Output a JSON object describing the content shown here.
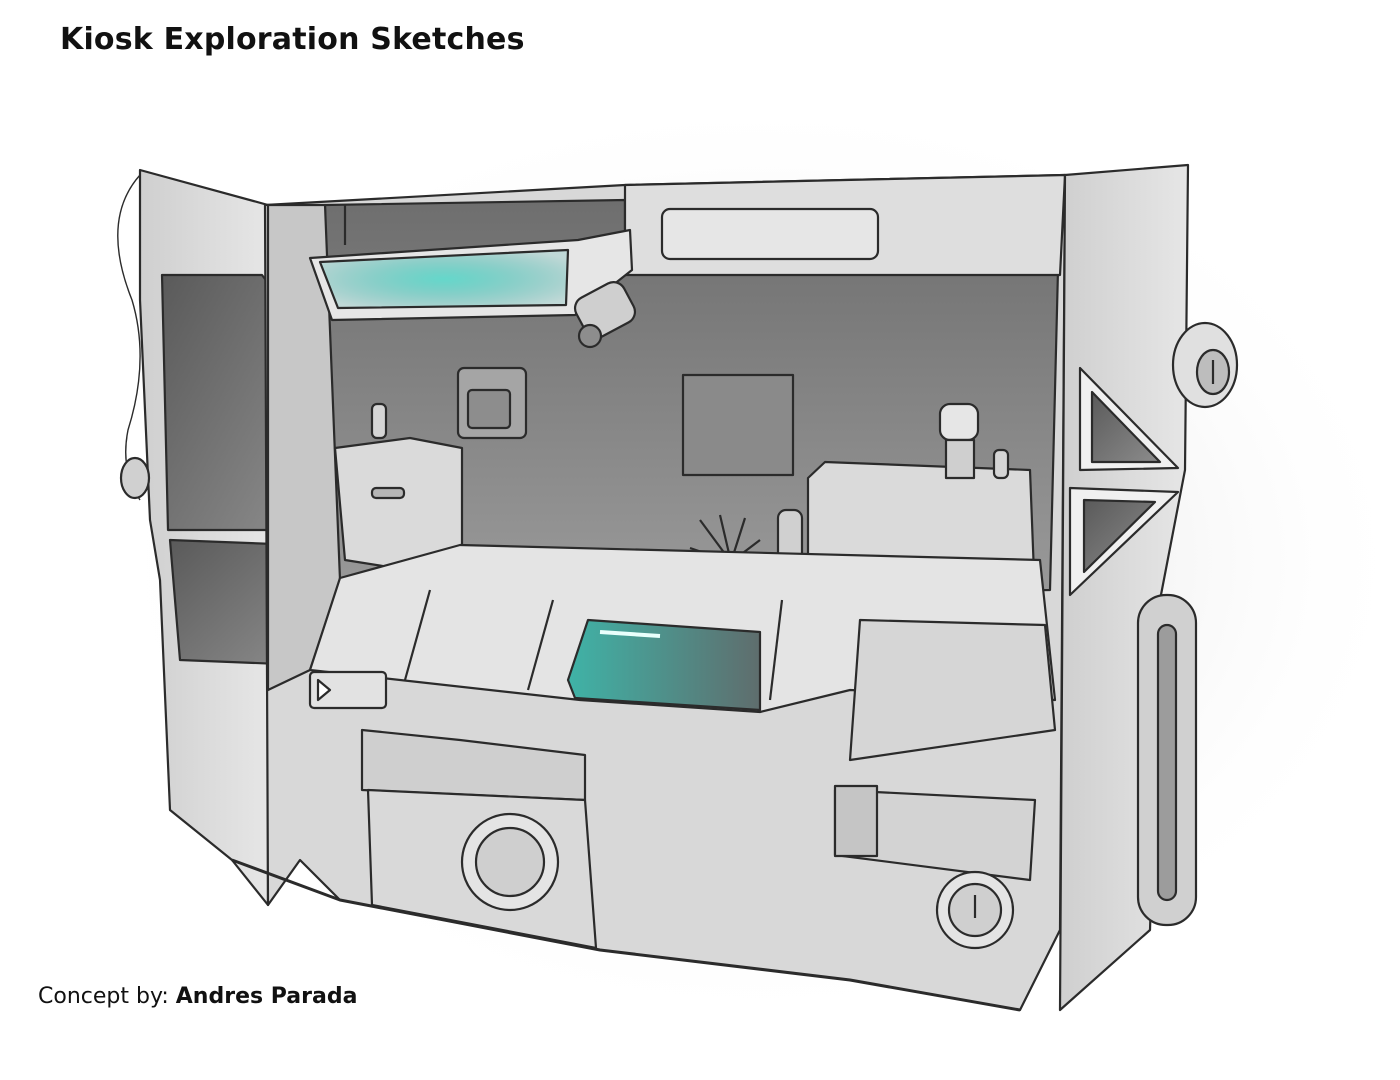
{
  "page": {
    "title": "Kiosk Exploration Sketches"
  },
  "credit": {
    "label": "Concept by:",
    "author": "Andres Parada"
  },
  "colors": {
    "background": "#ffffff",
    "metal_light": "#dcdcdc",
    "metal_mid": "#bdbdbd",
    "interior_dark": "#7f7f7f",
    "glow_teal": "#2aa39a",
    "line": "#2b2b2b"
  }
}
